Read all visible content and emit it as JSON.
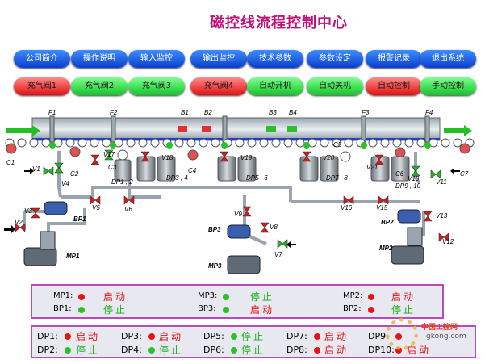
{
  "title": "磁控线流程控制中心",
  "nav": [
    "公司简介",
    "操作说明",
    "输入监控",
    "输出监控",
    "技术参数",
    "参数设定",
    "报警记录",
    "退出系统"
  ],
  "valves": [
    {
      "label": "充气阀1",
      "state": "red"
    },
    {
      "label": "充气阀2",
      "state": "green"
    },
    {
      "label": "充气阀3",
      "state": "green"
    },
    {
      "label": "充气阀4",
      "state": "red"
    },
    {
      "label": "自动开机",
      "state": "green"
    },
    {
      "label": "自动关机",
      "state": "green"
    },
    {
      "label": "自动控制",
      "state": "red"
    },
    {
      "label": "手动控制",
      "state": "green"
    }
  ],
  "diagram": {
    "gates": [
      "F1",
      "F2",
      "B1",
      "B2",
      "B3",
      "B4",
      "F3",
      "F4"
    ],
    "cold_traps": [
      "C1",
      "C2",
      "C3",
      "C4",
      "C5",
      "C6",
      "C7"
    ],
    "valve_labels": [
      "V1",
      "V2",
      "V3",
      "V4",
      "V5",
      "V6",
      "V7",
      "V8",
      "V9",
      "V10",
      "V11",
      "V12",
      "V13",
      "V15",
      "V16",
      "V17",
      "V18",
      "V19",
      "V20",
      "V21"
    ],
    "diff_pumps": [
      "DP1 , 2",
      "DP3 , 4",
      "DP5 , 6",
      "DP7 , 8",
      "DP9 , 10"
    ],
    "booster_pumps": [
      "BP1",
      "BP2",
      "BP3"
    ],
    "mech_pumps": [
      "MP1",
      "MP2",
      "MP3"
    ]
  },
  "status_top": [
    {
      "label": "MP1:",
      "state": "启动",
      "color": "red"
    },
    {
      "label": "MP3:",
      "state": "停止",
      "color": "green"
    },
    {
      "label": "MP2:",
      "state": "启动",
      "color": "red"
    },
    {
      "label": "BP1:",
      "state": "停止",
      "color": "green"
    },
    {
      "label": "BP3:",
      "state": "启动",
      "color": "red"
    },
    {
      "label": "BP2:",
      "state": "停止",
      "color": "green"
    }
  ],
  "status_bottom": [
    {
      "label": "DP1:",
      "state": "启动",
      "color": "red"
    },
    {
      "label": "DP3:",
      "state": "启动",
      "color": "red"
    },
    {
      "label": "DP5:",
      "state": "停止",
      "color": "green"
    },
    {
      "label": "DP7:",
      "state": "启动",
      "color": "red"
    },
    {
      "label": "DP9:",
      "state": "",
      "color": "red"
    },
    {
      "label": "DP2:",
      "state": "停止",
      "color": "green"
    },
    {
      "label": "DP4:",
      "state": "停止",
      "color": "green"
    },
    {
      "label": "DP6:",
      "state": "停止",
      "color": "green"
    },
    {
      "label": "DP8:",
      "state": "启动",
      "color": "red"
    },
    {
      "label": "DP10:",
      "state": "启动",
      "color": "red"
    }
  ],
  "watermark": {
    "cn": "中国工控网",
    "url": "gkong.com"
  }
}
